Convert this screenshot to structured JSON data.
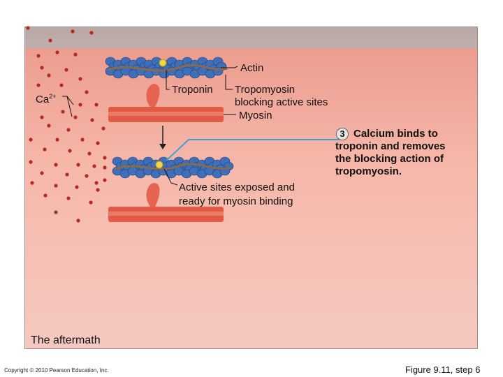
{
  "labels": {
    "actin": "Actin",
    "troponin": "Troponin",
    "tropomyosin": "Tropomyosin",
    "tropomyosin_2": "blocking active sites",
    "myosin": "Myosin",
    "calcium_base": "Ca",
    "calcium_sup": "2+",
    "active_1": "Active sites exposed and",
    "active_2": "ready for myosin binding"
  },
  "step": {
    "number": "3",
    "line_1": "Calcium binds to",
    "line_2": "troponin and removes",
    "line_3": "the blocking action of",
    "line_4": "tropomyosin."
  },
  "panel_caption": "The aftermath",
  "footer": {
    "copyright": "Copyright © 2010 Pearson Education, Inc.",
    "figure": "Figure 9.11, step 6"
  },
  "colors": {
    "calcium_dot": "#b52a1e",
    "actin_bead": "#3f6fb8",
    "tropomyosin_strand": "#8a6a4a",
    "troponin": "#f1d64a",
    "myosin": "#e05a45",
    "leader_line": "#3fa0d8"
  }
}
